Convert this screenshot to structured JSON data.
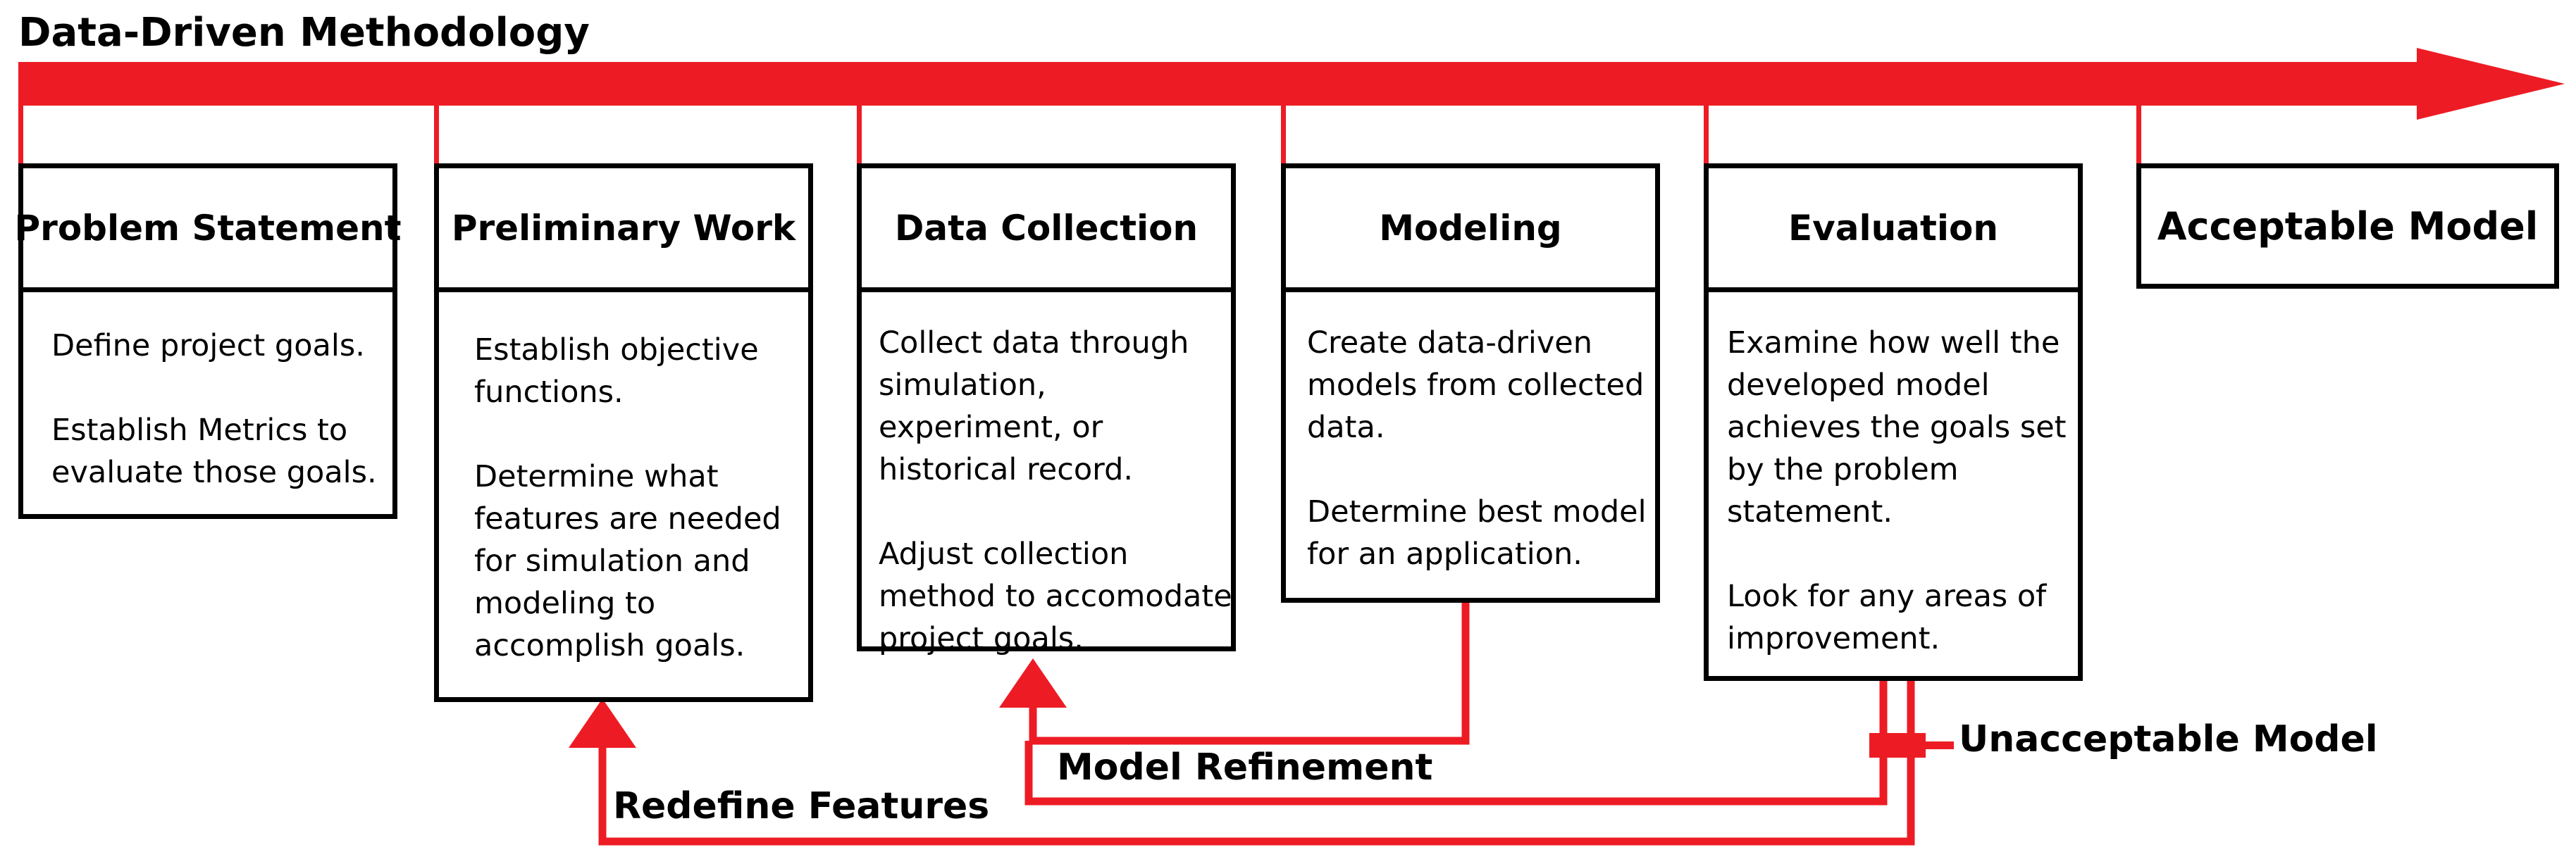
{
  "title": "Data-Driven Methodology",
  "stages": [
    {
      "name": "Problem Statement",
      "lines": [
        "Define project goals.",
        "Establish Metrics to evaluate those goals."
      ]
    },
    {
      "name": "Preliminary Work",
      "lines": [
        "Establish objective functions.",
        "Determine what features are needed for simulation and modeling to accomplish goals."
      ]
    },
    {
      "name": "Data Collection",
      "lines": [
        "Collect data through simulation, experiment, or historical record.",
        "Adjust collection method to accomodate project goals."
      ]
    },
    {
      "name": "Modeling",
      "lines": [
        "Create data-driven models from collected data.",
        "Determine best model for an application."
      ]
    },
    {
      "name": "Evaluation",
      "lines": [
        "Examine how well the developed model achieves the goals set by the problem statement.",
        "Look for any areas of improvement."
      ]
    }
  ],
  "final_stage": "Acceptable Model",
  "feedback": {
    "unacceptable": "Unacceptable Model",
    "model_refinement": "Model Refinement",
    "redefine_features": "Redefine Features"
  },
  "colors": {
    "arrow": "#ed1c24",
    "border": "#000000"
  }
}
